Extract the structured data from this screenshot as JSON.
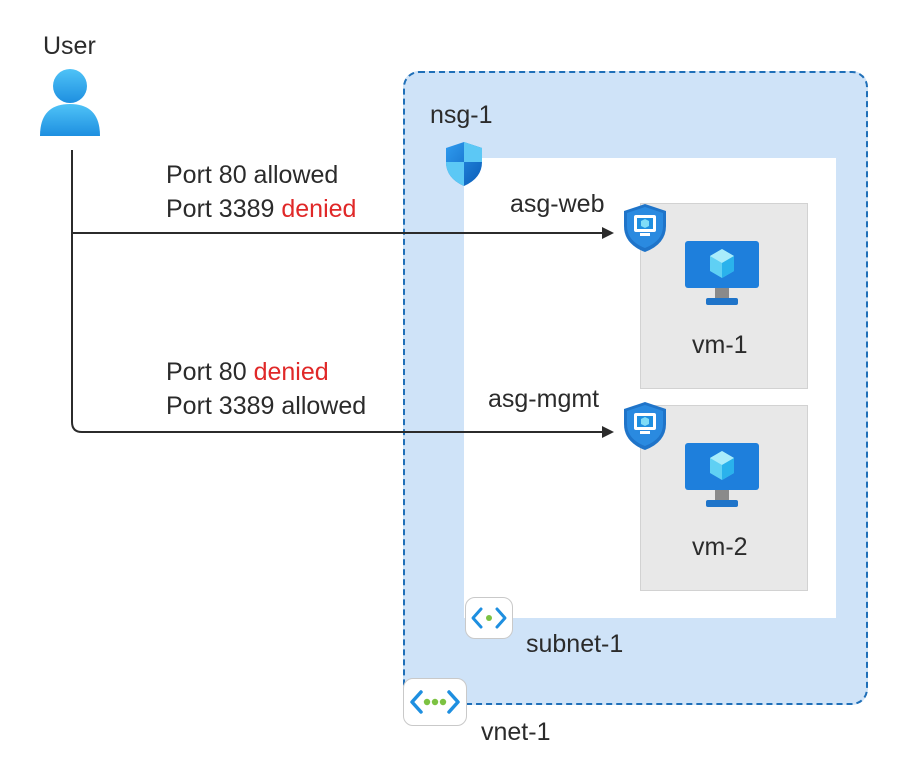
{
  "user": {
    "label": "User"
  },
  "arrows": [
    {
      "line1": "Port 80 allowed",
      "line2_prefix": "Port 3389 ",
      "line2_status": "denied"
    },
    {
      "line1_prefix": "Port 80 ",
      "line1_status": "denied",
      "line2": "Port 3389 allowed"
    }
  ],
  "nsg": {
    "label": "nsg-1"
  },
  "asgs": [
    {
      "label": "asg-web"
    },
    {
      "label": "asg-mgmt"
    }
  ],
  "vms": [
    {
      "label": "vm-1"
    },
    {
      "label": "vm-2"
    }
  ],
  "subnet": {
    "label": "subnet-1"
  },
  "vnet": {
    "label": "vnet-1"
  },
  "colors": {
    "vnet_fill": "#cfe3f8",
    "vnet_border": "#1f6fb8",
    "denied": "#e02828",
    "icon_blue": "#1e8fe0"
  }
}
